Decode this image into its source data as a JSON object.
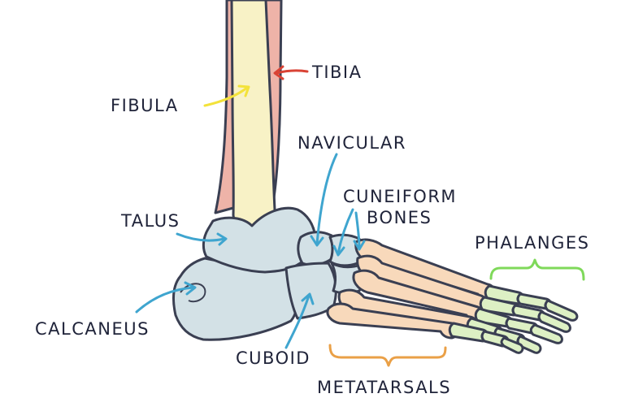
{
  "labels": {
    "tibia": "TIBIA",
    "fibula": "FIBULA",
    "navicular": "NAVICULAR",
    "cuneiform_line1": "CUNEIFORM",
    "cuneiform_line2": "BONES",
    "talus": "TALUS",
    "phalanges": "PHALANGES",
    "calcaneus": "CALCANEUS",
    "cuboid": "CUBOID",
    "metatarsals": "METATARSALS"
  },
  "colors": {
    "tibia_fill": "#eeb3a8",
    "fibula_fill": "#f8f2c6",
    "tarsal_fill": "#d3e1e6",
    "metatarsal_fill": "#f8d9bb",
    "phalanx_fill": "#ddf0c4",
    "outline": "#3a3f52",
    "label_text": "#20243a",
    "tibia_arrow": "#d94335",
    "fibula_arrow": "#f3e23a",
    "tarsal_arrow": "#3fa5cf",
    "phalanges_brace": "#7fd95a",
    "metatarsals_brace": "#eaa047"
  }
}
